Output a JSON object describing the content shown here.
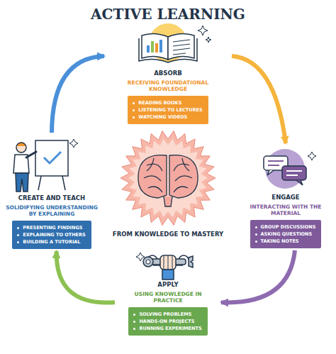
{
  "diagram": {
    "title": "ACTIVE LEARNING",
    "nodes": [
      {
        "text": [
          "ABSORB",
          "RECEIVING FOUNDATIONAL KNOWLEDGE",
          "READING BOOKS",
          "LISTENING TO LECTURES",
          "WATCHING VIDEOS"
        ]
      },
      {
        "text": [
          "CREATE AND TEACH",
          "SOLIDIFYING UNDERSTANDING BY EXPLAINING",
          "PRESENTING FINDINGS",
          "EXPLAINING TO OTHERS",
          "BUILDING A TUTORIAL"
        ]
      },
      {
        "text": [
          "FROM KNOWLEDGE TO MASTERY"
        ]
      },
      {
        "text": [
          "ENGAGE",
          "INTERACTING WITH THE MATERIAL",
          "GROUP DISCUSSIONS",
          "ASKING QUESTIONS",
          "TAKING NOTES"
        ]
      },
      {
        "text": [
          "APPLY",
          "USING KNOWLEDGE IN PRACTICE",
          "SOLVING PROBLEMS",
          "HANDS-ON PROJECTS",
          "RUNNING EXPERIMENTS"
        ]
      }
    ],
    "edges": [
      {
        "from": 0,
        "to": 3,
        "arrow": "to"
      },
      {
        "from": 3,
        "to": 4,
        "arrow": "to"
      },
      {
        "from": 4,
        "to": 1,
        "arrow": "to"
      },
      {
        "from": 1,
        "to": 0,
        "arrow": "to"
      }
    ]
  }
}
